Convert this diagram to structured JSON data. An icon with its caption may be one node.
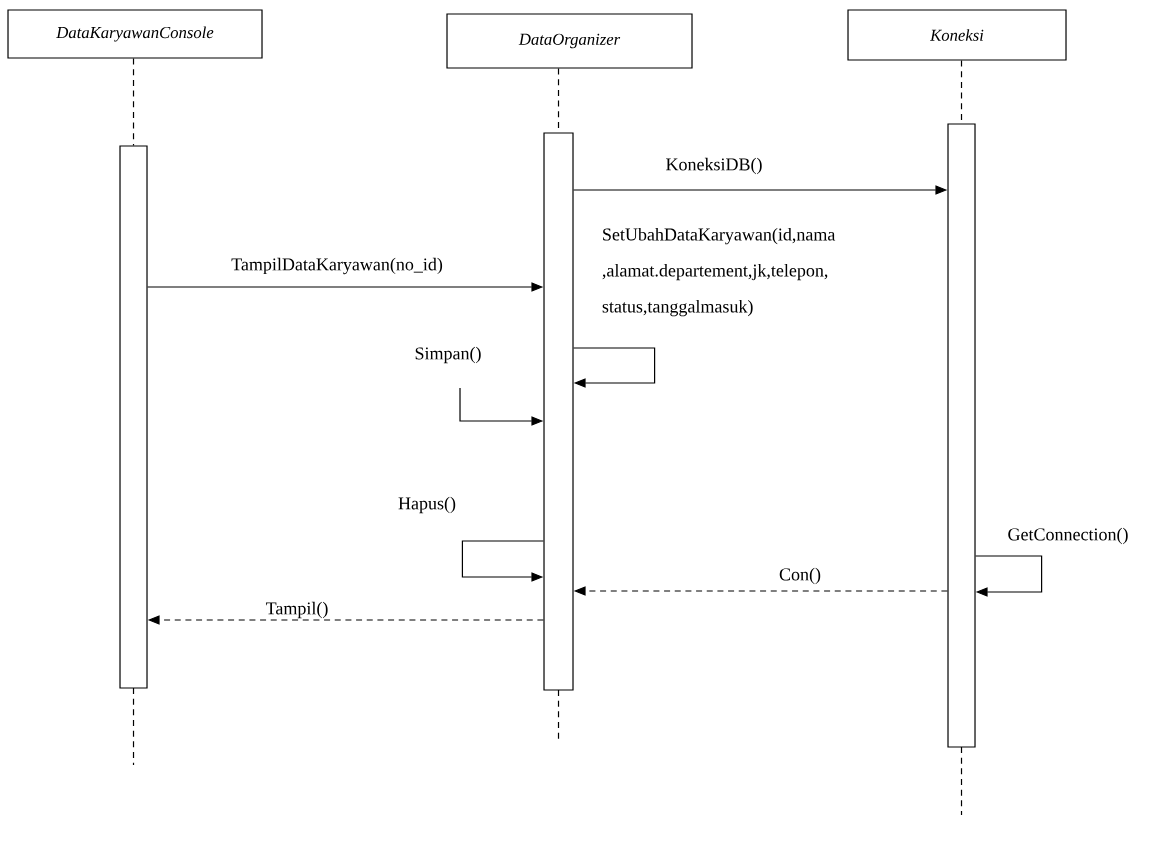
{
  "diagram": {
    "nodes": [
      {
        "text": [
          "DataKaryawanConsole"
        ]
      },
      {
        "text": [
          "DataOrganizer"
        ]
      },
      {
        "text": [
          "Koneksi"
        ]
      },
      {
        "text": [],
        "shape": "bar"
      },
      {
        "text": [],
        "shape": "bar"
      },
      {
        "text": [],
        "shape": "bar"
      }
    ],
    "edges": [
      {
        "from": 0,
        "to": 3,
        "arrow": "none",
        "style": "dashed"
      },
      {
        "from": 1,
        "to": 4,
        "arrow": "none",
        "style": "dashed"
      },
      {
        "from": 2,
        "to": 5,
        "arrow": "none",
        "style": "dashed"
      },
      {
        "from": 3,
        "to": 4,
        "arrow": "to",
        "label": "TampilDataKaryawan(no_id)"
      },
      {
        "from": 4,
        "to": 5,
        "arrow": "to",
        "label": "KoneksiDB()"
      },
      {
        "from": 4,
        "to": 4,
        "arrow": "to",
        "label": "SetUbahDataKaryawan(id,nama ,alamat.departement,jk,telepon, status,tanggalmasuk)"
      },
      {
        "from": null,
        "to": 4,
        "arrow": "to",
        "label": "Simpan()"
      },
      {
        "from": 4,
        "to": 4,
        "arrow": "to",
        "label": "Hapus()"
      },
      {
        "from": 5,
        "to": 5,
        "arrow": "to",
        "label": "GetConnection()"
      },
      {
        "from": 5,
        "to": 4,
        "arrow": "to",
        "label": "Con()",
        "style": "dashed"
      },
      {
        "from": 4,
        "to": 3,
        "arrow": "to",
        "label": "Tampil()",
        "style": "dashed"
      }
    ]
  }
}
